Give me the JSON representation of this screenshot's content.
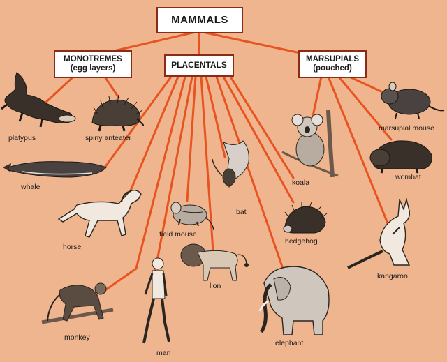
{
  "colors": {
    "background": "#efb58f",
    "connector": "#e8531f",
    "box_border": "#8a2b17",
    "animal_ink": "#2b2520"
  },
  "root": {
    "label": "MAMMALS"
  },
  "groups": {
    "monotremes": {
      "title": "MONOTREMES",
      "subtitle": "(egg layers)"
    },
    "placentals": {
      "title": "PLACENTALS"
    },
    "marsupials": {
      "title": "MARSUPIALS",
      "subtitle": "(pouched)"
    }
  },
  "animals": {
    "platypus": "platypus",
    "spiny_anteater": "spiny anteater",
    "whale": "whale",
    "horse": "horse",
    "field_mouse": "field mouse",
    "bat": "bat",
    "lion": "lion",
    "monkey": "monkey",
    "man": "man",
    "elephant": "elephant",
    "hedgehog": "hedgehog",
    "koala": "koala",
    "marsupial_mouse": "marsupial mouse",
    "wombat": "wombat",
    "kangaroo": "kangaroo"
  }
}
